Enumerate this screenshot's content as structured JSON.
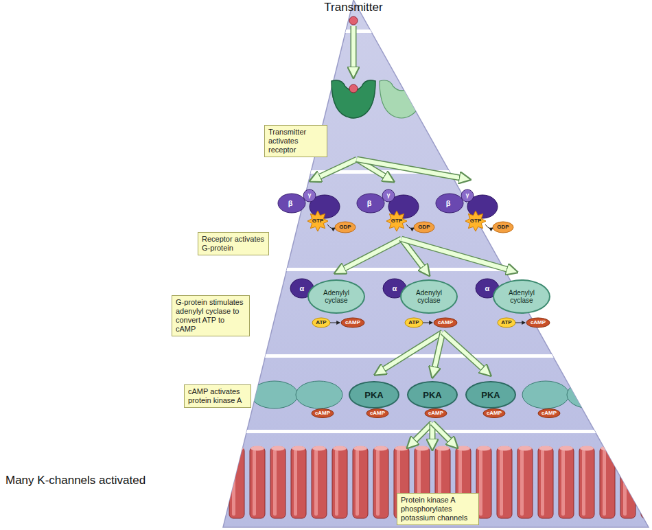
{
  "diagram": {
    "nodes": [
      {
        "text": [
          "Transmitter activates receptor"
        ]
      },
      {
        "text": [
          "Receptor activates G-protein"
        ]
      },
      {
        "text": [
          "G-protein stimulates adenylyl cyclase to convert ATP to cAMP"
        ]
      },
      {
        "text": [
          "Adenylyl cyclase"
        ]
      },
      {
        "text": [
          "Adenylyl cyclase"
        ]
      },
      {
        "text": [
          "Adenylyl cyclase"
        ]
      },
      {
        "text": [
          "cAMP activates protein kinase A"
        ]
      },
      {
        "text": [
          "PKA"
        ]
      },
      {
        "text": [
          "PKA"
        ]
      },
      {
        "text": [
          "PKA"
        ]
      },
      {
        "text": [
          "Protein kinase A phosphorylates potassium channels"
        ]
      }
    ],
    "labels": [
      "Transmitter",
      "β",
      "γ",
      "GTP",
      "GDP",
      "β",
      "γ",
      "GTP",
      "GDP",
      "β",
      "γ",
      "GTP",
      "GDP",
      "α",
      "α",
      "α",
      "ATP",
      "cAMP",
      "ATP",
      "cAMP",
      "ATP",
      "cAMP",
      "cAMP",
      "cAMP",
      "cAMP",
      "cAMP",
      "cAMP",
      "Many K-channels activated"
    ]
  }
}
